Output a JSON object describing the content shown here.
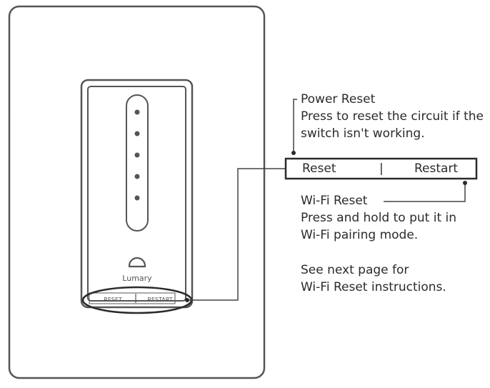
{
  "device": {
    "brand": "Lumary",
    "reset_button_label": "RESET",
    "restart_button_label": "RESTART",
    "indicator_dot_count": 5
  },
  "callout_bar": {
    "left_label": "Reset",
    "divider": "|",
    "right_label": "Restart"
  },
  "power_reset": {
    "title": "Power Reset",
    "description_line_1": "Press to reset the circuit if the",
    "description_line_2": "switch isn't working."
  },
  "wifi_reset": {
    "title": "Wi-Fi Reset",
    "description_line_1": "Press and hold to put it in",
    "description_line_2": "Wi-Fi pairing mode."
  },
  "note": {
    "line_1": "See next page for",
    "line_2": "Wi-Fi Reset  instructions."
  },
  "colors": {
    "stroke": "#444444",
    "text": "#2b2b2b",
    "background": "#ffffff"
  }
}
